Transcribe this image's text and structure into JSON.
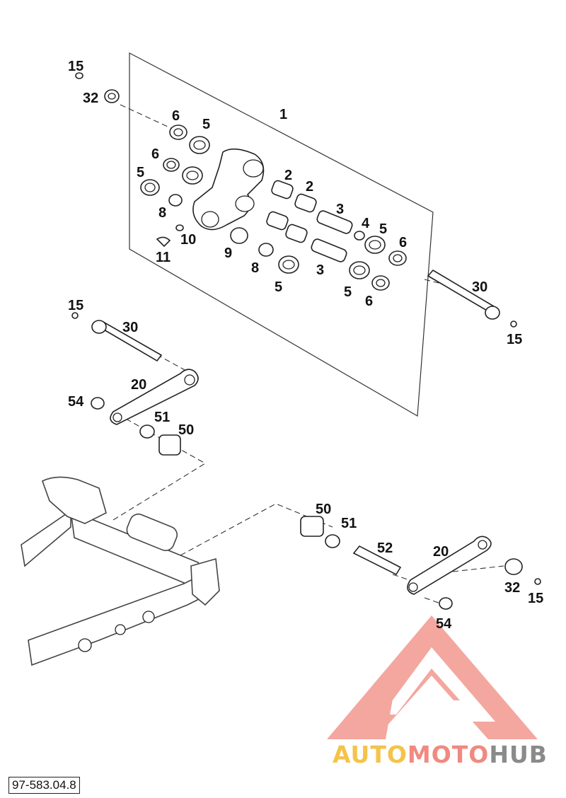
{
  "diagram": {
    "reference_code": "97-583.04.8",
    "callouts": {
      "c1": "1",
      "c2a": "2",
      "c2b": "2",
      "c3a": "3",
      "c3b": "3",
      "c4": "4",
      "c5a": "5",
      "c5b": "5",
      "c5c": "5",
      "c5d": "5",
      "c5e": "5",
      "c6a": "6",
      "c6b": "6",
      "c6c": "6",
      "c6d": "6",
      "c8a": "8",
      "c8b": "8",
      "c9": "9",
      "c10": "10",
      "c11": "11",
      "c15a": "15",
      "c15b": "15",
      "c15c": "15",
      "c15d": "15",
      "c20a": "20",
      "c20b": "20",
      "c30a": "30",
      "c30b": "30",
      "c32a": "32",
      "c32b": "32",
      "c50a": "50",
      "c50b": "50",
      "c51a": "51",
      "c51b": "51",
      "c52": "52",
      "c54a": "54",
      "c54b": "54"
    }
  },
  "watermark": {
    "word_part1": "AUTO",
    "word_part2": "MOTO",
    "word_part3": "HUB",
    "color1": "#f5c34a",
    "color2": "#f08a80",
    "color3": "#8a8a8a",
    "logo_color": "#ee7a74"
  }
}
